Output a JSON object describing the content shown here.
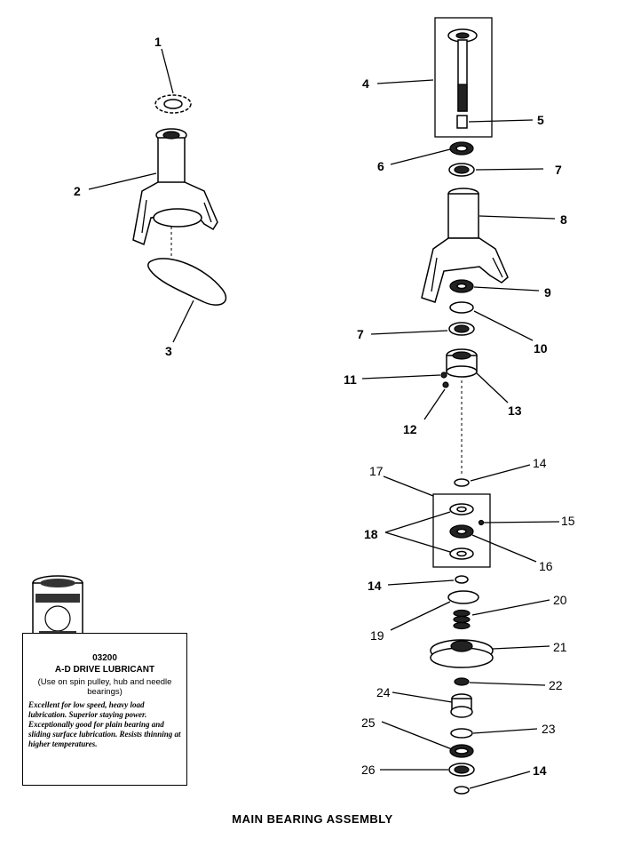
{
  "title": "MAIN BEARING ASSEMBLY",
  "callouts": {
    "c1": "1",
    "c2": "2",
    "c3": "3",
    "c4": "4",
    "c5": "5",
    "c6": "6",
    "c7a": "7",
    "c7b": "7",
    "c8": "8",
    "c9": "9",
    "c10": "10",
    "c11": "11",
    "c12": "12",
    "c13": "13",
    "c14a": "14",
    "c14b": "14",
    "c14c": "14",
    "c15": "15",
    "c16": "16",
    "c17": "17",
    "c18": "18",
    "c19": "19",
    "c20": "20",
    "c21": "21",
    "c22": "22",
    "c23": "23",
    "c24": "24",
    "c25": "25",
    "c26": "26"
  },
  "lubricant": {
    "code": "03200",
    "name": "A-D DRIVE LUBRICANT",
    "use": "(Use on spin pulley, hub and needle bearings)",
    "description": "Excellent for low speed, heavy load lubrication. Superior staying power. Exceptionally good for plain bearing and sliding surface lubrication. Resists thinning at higher temperatures."
  }
}
